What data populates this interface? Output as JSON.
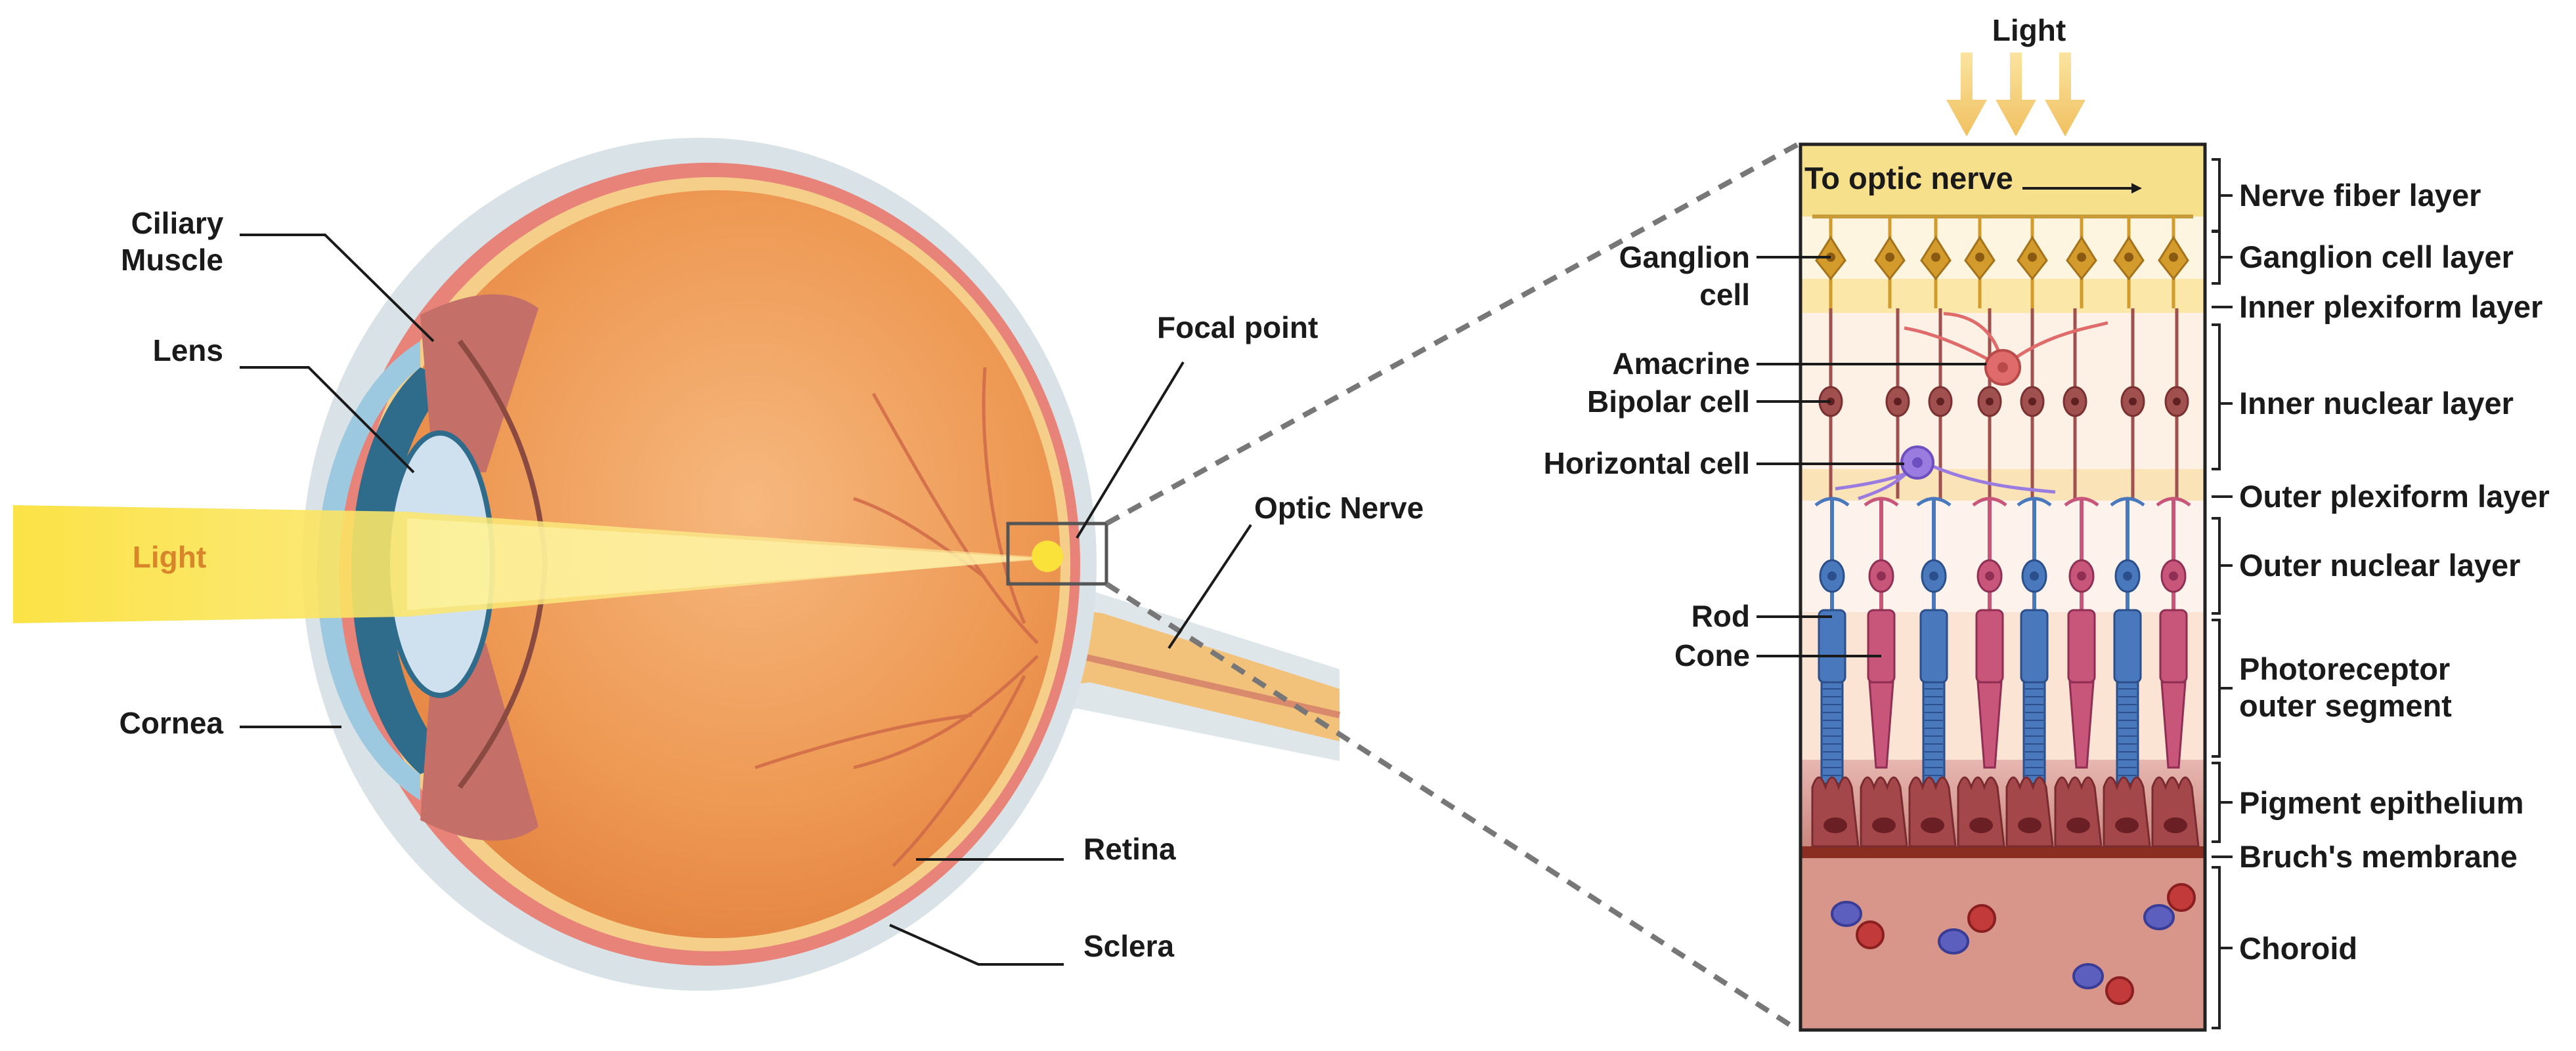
{
  "eye": {
    "labels": {
      "ciliary_muscle_line1": "Ciliary",
      "ciliary_muscle_line2": "Muscle",
      "lens": "Lens",
      "light": "Light",
      "cornea": "Cornea",
      "focal_point": "Focal point",
      "optic_nerve": "Optic Nerve",
      "retina": "Retina",
      "sclera": "Sclera"
    },
    "colors": {
      "light_beam": "#f7e44a",
      "light_text": "#d9862a",
      "eyeball": "#ee9a55",
      "sclera": "#d9e2e6",
      "choroid": "#e8837a",
      "cornea": "#9cc9e0",
      "lens": "#cfe1ee"
    }
  },
  "retina_detail": {
    "top_label": "Light",
    "to_optic_nerve": "To optic nerve",
    "cell_labels": {
      "ganglion_line1": "Ganglion",
      "ganglion_line2": "cell",
      "amacrine": "Amacrine",
      "bipolar": "Bipolar cell",
      "horizontal": "Horizontal cell",
      "rod": "Rod",
      "cone": "Cone"
    },
    "layers": [
      {
        "label": "Nerve fiber layer"
      },
      {
        "label": "Ganglion cell layer"
      },
      {
        "label": "Inner plexiform layer"
      },
      {
        "label": "Inner nuclear layer"
      },
      {
        "label": "Outer plexiform layer"
      },
      {
        "label": "Outer nuclear layer"
      },
      {
        "label": "Photoreceptor",
        "label2": "outer segment"
      },
      {
        "label": "Pigment epithelium"
      },
      {
        "label": "Bruch's membrane"
      },
      {
        "label": "Choroid"
      }
    ],
    "colors": {
      "rod": "#4a78bd",
      "cone": "#c8557a",
      "ganglion": "#d39b2c",
      "bipolar": "#a0504f",
      "amacrine": "#e06b6b",
      "horizontal": "#9a7ce0",
      "choroid": "#d8958a"
    }
  }
}
